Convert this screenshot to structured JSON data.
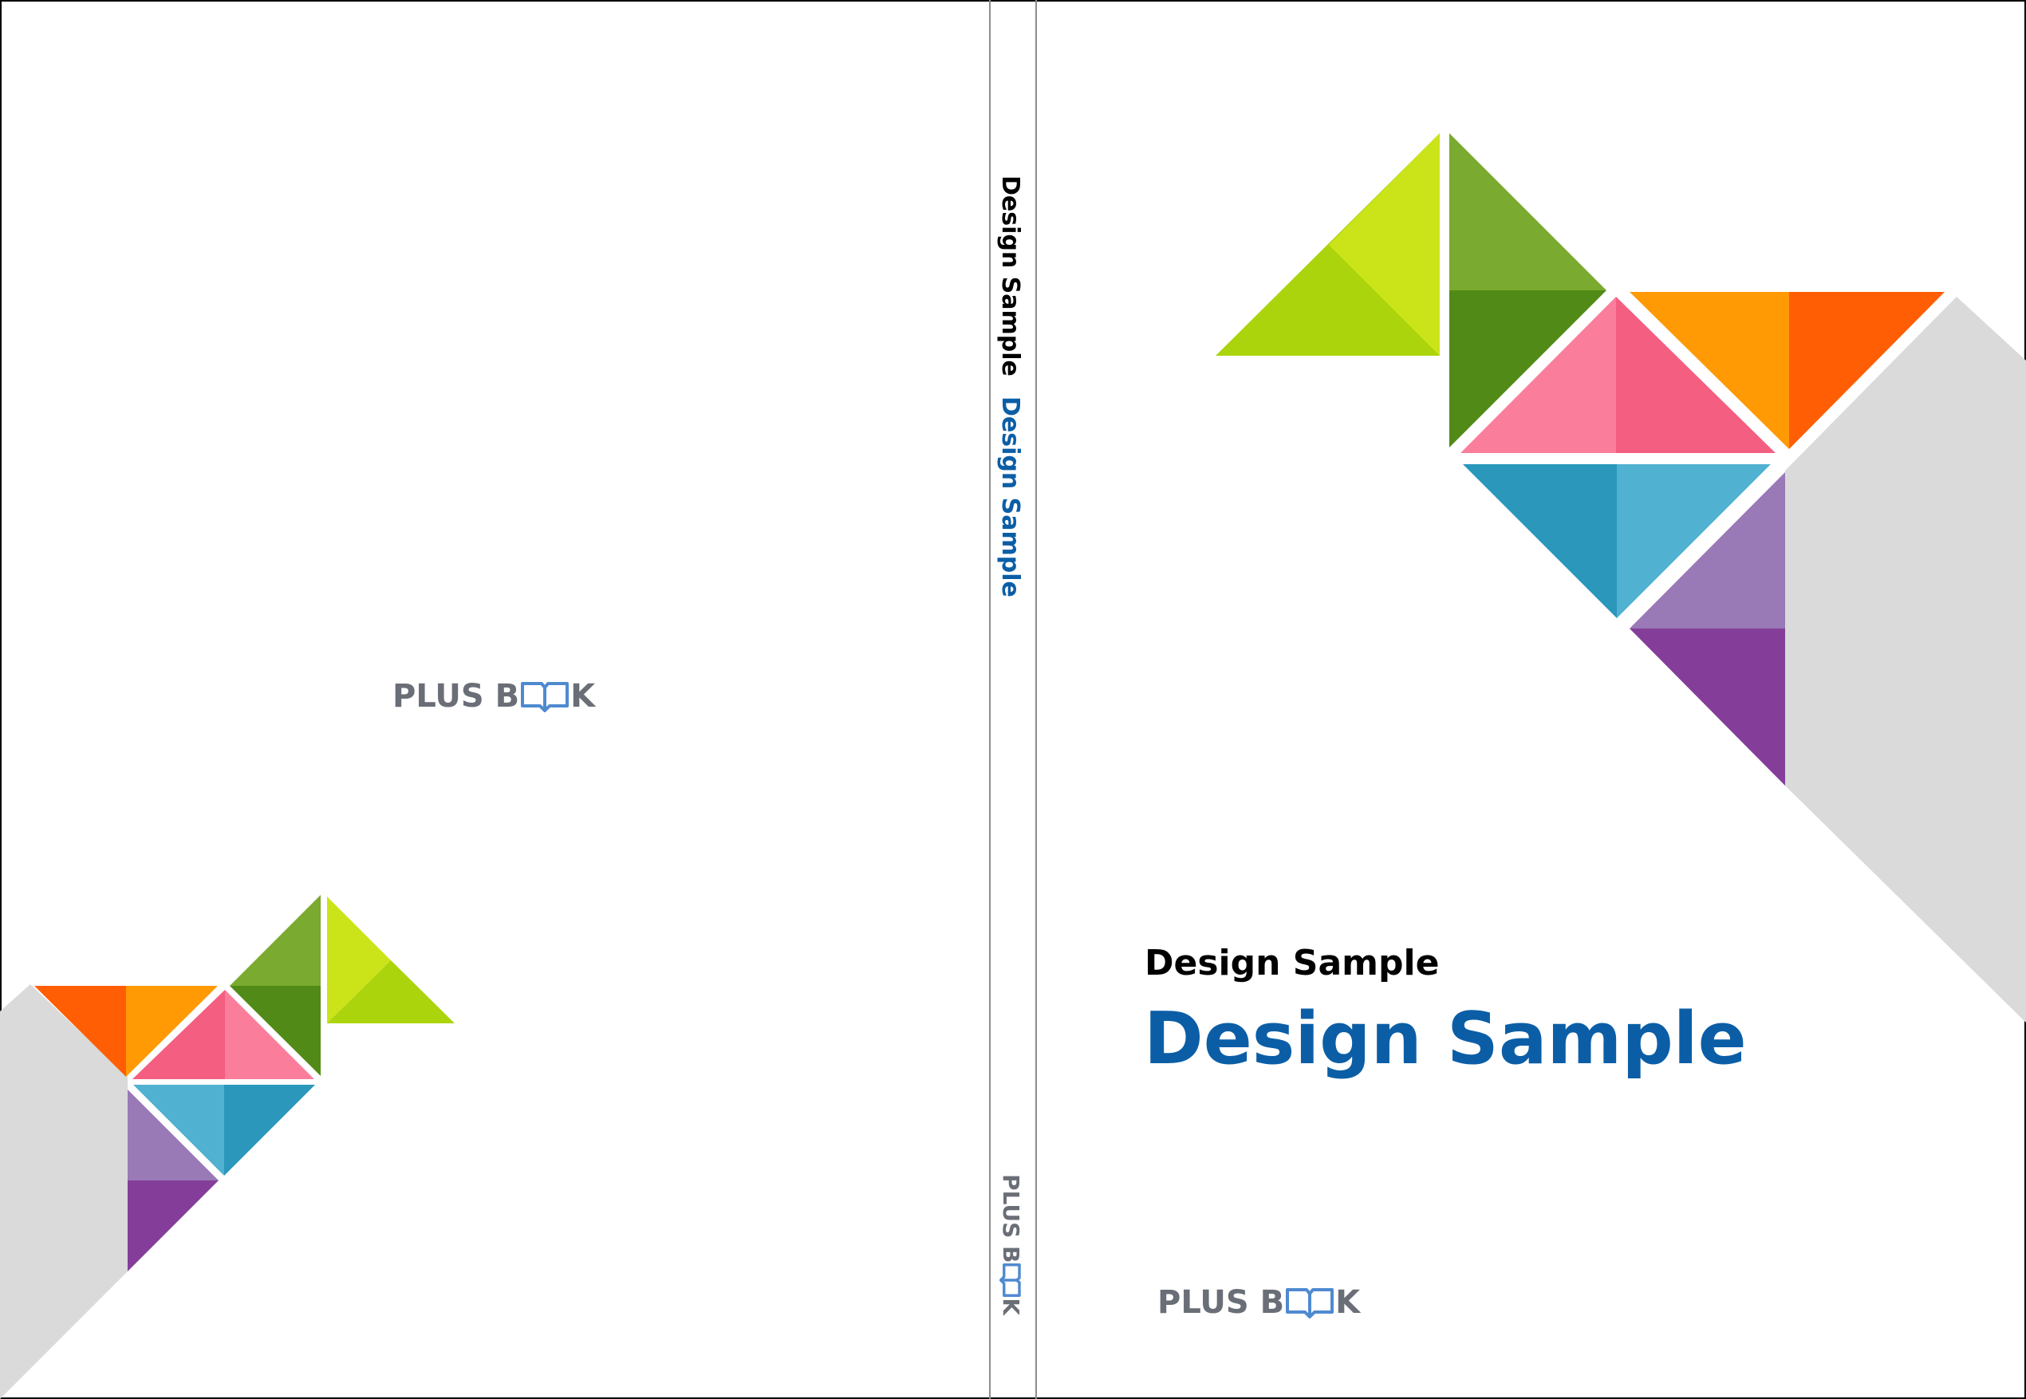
{
  "colors": {
    "grey_shadow": "#d9dad9",
    "blue_title": "#0b5ea6",
    "black_title": "#000000",
    "brand_grey": "#6a6e76",
    "brand_blue": "#4f8ad0",
    "lime_light": "#cbe41a",
    "lime": "#acd40c",
    "green": "#7aaa2f",
    "green_dark": "#528a17",
    "orange": "#ff9a05",
    "orange_dark": "#ff5e05",
    "pink_light": "#fa7e9c",
    "pink": "#f45e80",
    "blue_light": "#51b1d1",
    "blue_dark": "#2a97bb",
    "purple_light": "#9979b6",
    "purple": "#843e9a"
  },
  "front": {
    "subtitle": "Design Sample",
    "title": "Design Sample",
    "brand": {
      "part1": "PLUS B",
      "book_icon": "open-book-icon",
      "part2": "K"
    }
  },
  "back": {
    "brand": {
      "part1": "PLUS B",
      "book_icon": "open-book-icon",
      "part2": "K"
    }
  },
  "spine": {
    "title_black": "Design Sample",
    "title_blue": "Design Sample",
    "brand": {
      "part1": "PLUS B",
      "book_icon": "open-book-icon",
      "part2": "K"
    }
  }
}
